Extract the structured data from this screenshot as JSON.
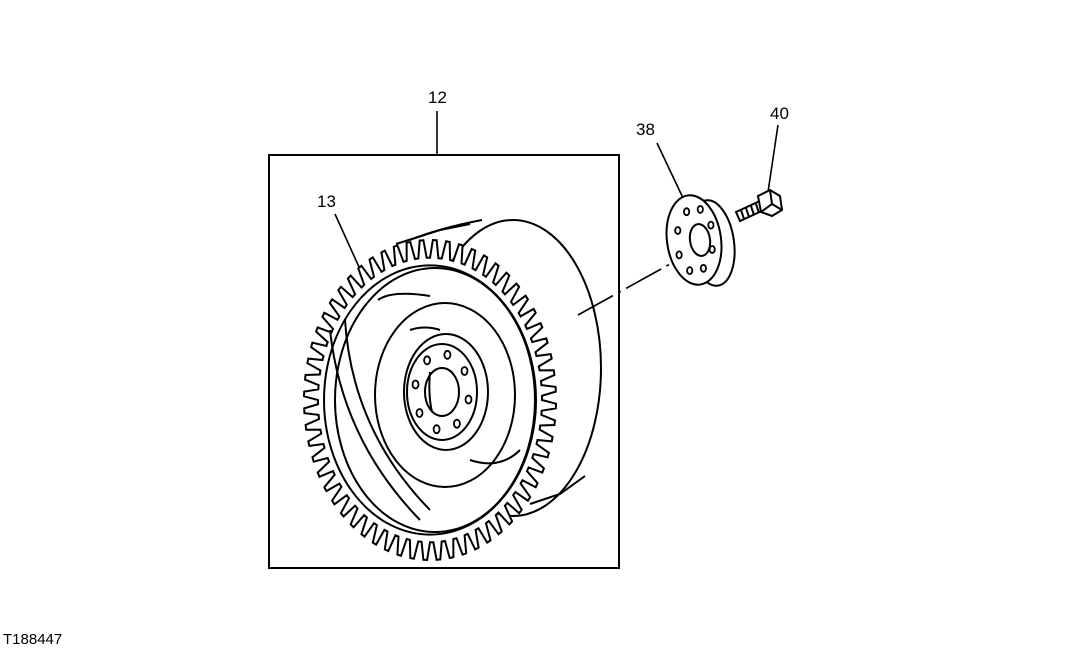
{
  "callouts": {
    "assembly": "12",
    "ring_gear": "13",
    "drive_plate": "38",
    "cap_screw": "40"
  },
  "figure_id": "T188447"
}
